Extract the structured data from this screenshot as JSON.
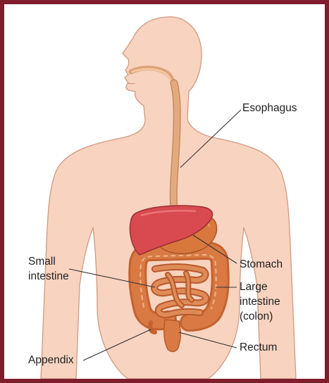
{
  "frame_color": "#7f1d2d",
  "colors": {
    "skin": "#f8d3bf",
    "skin_outline": "#cf9a82",
    "esophagus": "#dca277",
    "liver": "#d94a50",
    "stomach": "#d8783d",
    "intestine": "#d46f3a",
    "leader_line": "#333333"
  },
  "labels": {
    "esophagus": "Esophagus",
    "small_intestine": [
      "Small",
      "intestine"
    ],
    "stomach": "Stomach",
    "large_intestine": [
      "Large",
      "intestine",
      "(colon)"
    ],
    "appendix": "Appendix",
    "rectum": "Rectum"
  }
}
